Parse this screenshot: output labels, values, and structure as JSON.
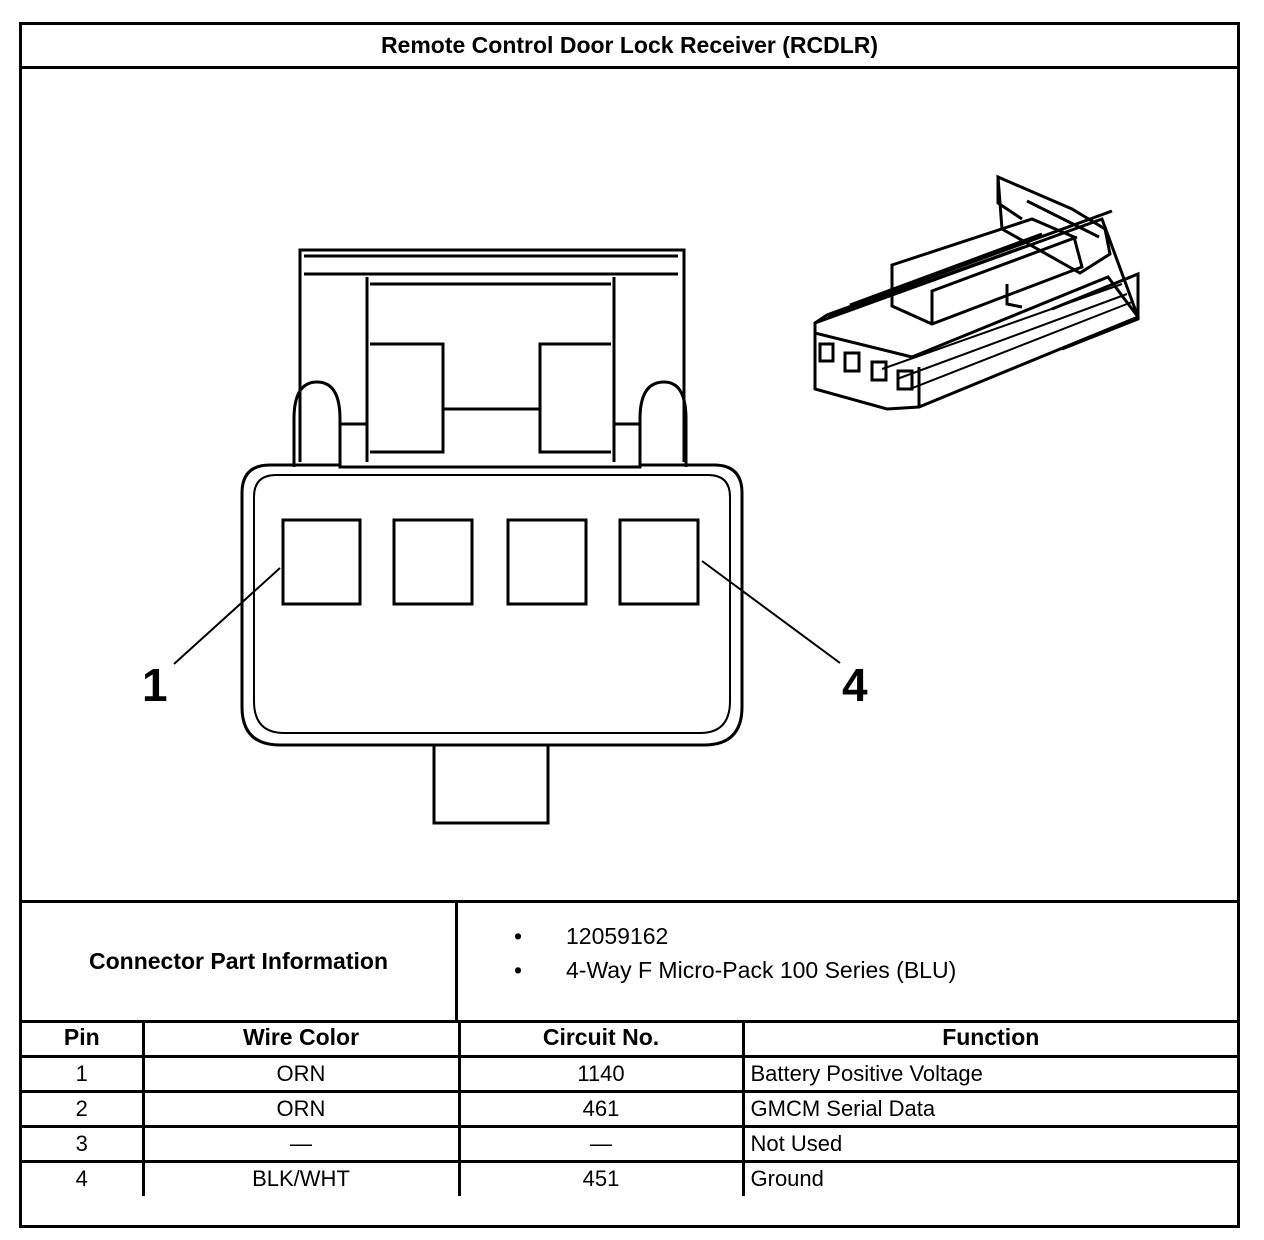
{
  "title": "Remote Control Door Lock Receiver (RCDLR)",
  "diagram": {
    "callouts": [
      "1",
      "4"
    ]
  },
  "connector_info": {
    "label": "Connector Part Information",
    "items": [
      "12059162",
      "4-Way F Micro-Pack 100 Series (BLU)"
    ]
  },
  "pin_table": {
    "headers": [
      "Pin",
      "Wire Color",
      "Circuit No.",
      "Function"
    ],
    "rows": [
      {
        "pin": "1",
        "wire": "ORN",
        "circuit": "1140",
        "function": "Battery Positive Voltage"
      },
      {
        "pin": "2",
        "wire": "ORN",
        "circuit": "461",
        "function": "GMCM Serial Data"
      },
      {
        "pin": "3",
        "wire": "—",
        "circuit": "—",
        "function": "Not Used"
      },
      {
        "pin": "4",
        "wire": "BLK/WHT",
        "circuit": "451",
        "function": "Ground"
      }
    ]
  }
}
